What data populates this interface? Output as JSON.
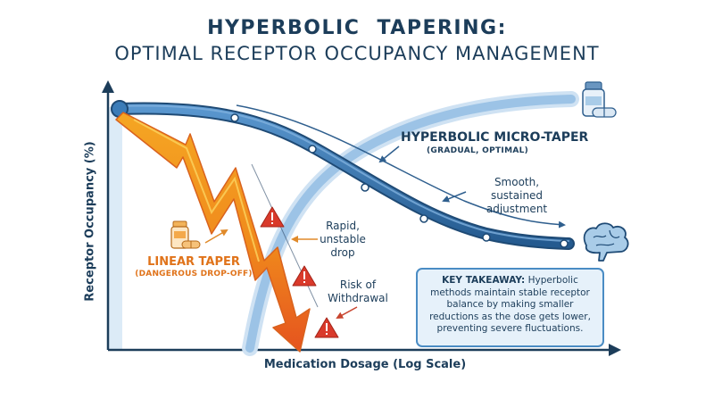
{
  "title": {
    "line1": "HYPERBOLIC   TAPERING:",
    "line2": "OPTIMAL RECEPTOR OCCUPANCY MANAGEMENT"
  },
  "axes": {
    "y_label": "Receptor Occupancy (%)",
    "x_label": "Medication Dosage (Log Scale)"
  },
  "hyperbolic": {
    "title": "HYPERBOLIC MICRO-TAPER",
    "subtitle": "(GRADUAL, OPTIMAL)",
    "note": "Smooth, sustained adjustment"
  },
  "linear": {
    "title": "LINEAR TAPER",
    "subtitle": "(DANGEROUS DROP-OFF)",
    "note1": "Rapid, unstable drop",
    "note2": "Risk of Withdrawal"
  },
  "takeaway": {
    "label": "KEY TAKEAWAY:",
    "text": " Hyperbolic methods maintain stable receptor balance by making smaller reductions as the dose gets lower, preventing severe fluctuations."
  },
  "icons": [
    "medication-bottle-icon",
    "pill-icon",
    "brain-icon",
    "warning-icon"
  ],
  "colors": {
    "navy": "#1c3d5a",
    "curve_blue": "#2f6fa8",
    "light_blue": "#a9cce8",
    "orange": "#f08a1c",
    "warning_red": "#d93a2b"
  }
}
